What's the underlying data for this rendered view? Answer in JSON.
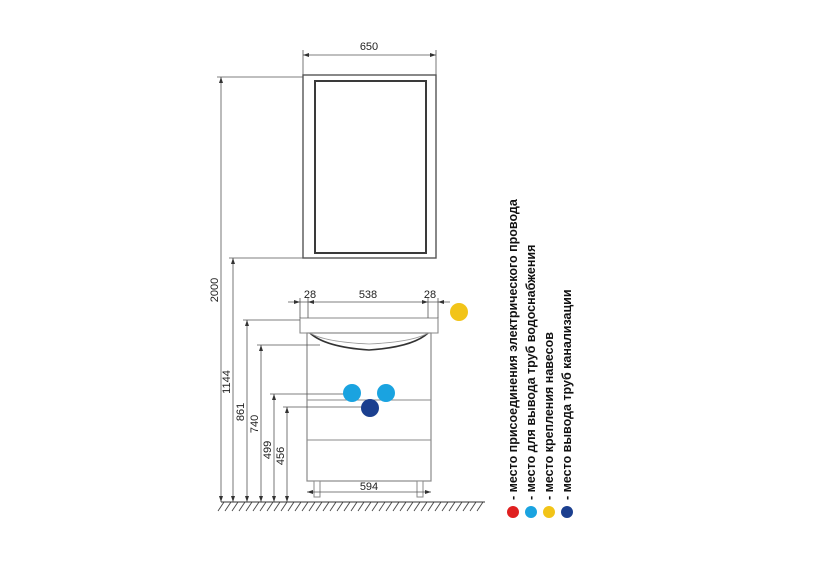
{
  "dimensions": {
    "mirror_width": "650",
    "top_left_offset": "28",
    "basin_width": "538",
    "top_right_offset": "28",
    "cabinet_width": "594",
    "total_height": "2000",
    "mirror_bottom_height": "1144",
    "basin_top_height": "861",
    "cabinet_top_height": "740",
    "water_outlet_height": "499",
    "drain_height": "456"
  },
  "legend": [
    {
      "color": "#e02020",
      "icon": "red-dot",
      "label": "- место присоединения электрического провода"
    },
    {
      "color": "#1aa3e0",
      "icon": "light-blue-dot",
      "label": "- место для вывода труб водоснабжения"
    },
    {
      "color": "#f2c418",
      "icon": "yellow-dot",
      "label": "- место крепления навесов"
    },
    {
      "color": "#1b3f8f",
      "icon": "dark-blue-dot",
      "label": "- место вывода труб канализации"
    }
  ]
}
